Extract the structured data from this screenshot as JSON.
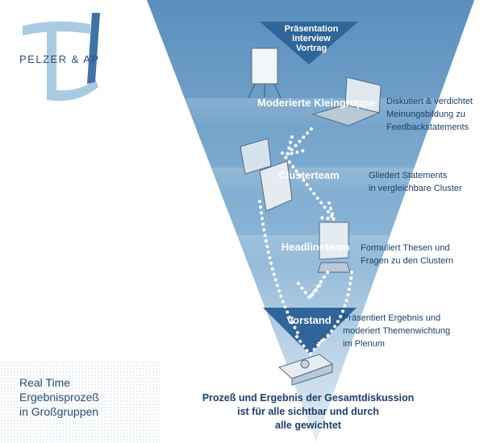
{
  "logo": {
    "text": "PELZER & AP"
  },
  "funnel": {
    "top_label": [
      "Präsentation",
      "Interview",
      "Vortrag"
    ],
    "steps": [
      {
        "label": "Moderierte Kleingruppe",
        "description": [
          "Diskutiert & verdichtet",
          "Meinungsbildung zu",
          "Feedbackstatements"
        ]
      },
      {
        "label": "Clusterteam",
        "description": [
          "Gliedert Statements",
          "in vergleichbare Cluster"
        ]
      },
      {
        "label": "Headlineteam",
        "description": [
          "Formuliert Thesen und",
          "Fragen zu den Clustern"
        ]
      },
      {
        "label": "Vorstand",
        "description": [
          "Präsentiert Ergebnis und",
          "moderiert Themenwichtung",
          "im Plenum"
        ]
      }
    ],
    "bottom_text": [
      "Prozeß und Ergebnis der Gesamtdiskussion",
      "ist für alle sichtbar und durch",
      "alle gewichtet"
    ]
  },
  "sidebar_caption": [
    "Real Time",
    "Ergebnisprozeß",
    "in Großgruppen"
  ],
  "colors": {
    "funnel_top": "#5a8fbd",
    "funnel_bottom": "#dbe9f3",
    "dark_band": "#2f6598",
    "text": "#1c3f6c",
    "logo_light": "#9cc3dc",
    "logo_dark": "#3f73a3"
  },
  "icons": [
    "flipchart-icon",
    "laptop-icon",
    "monitor-icon",
    "projector-icon",
    "dotted-arrow-icon"
  ]
}
